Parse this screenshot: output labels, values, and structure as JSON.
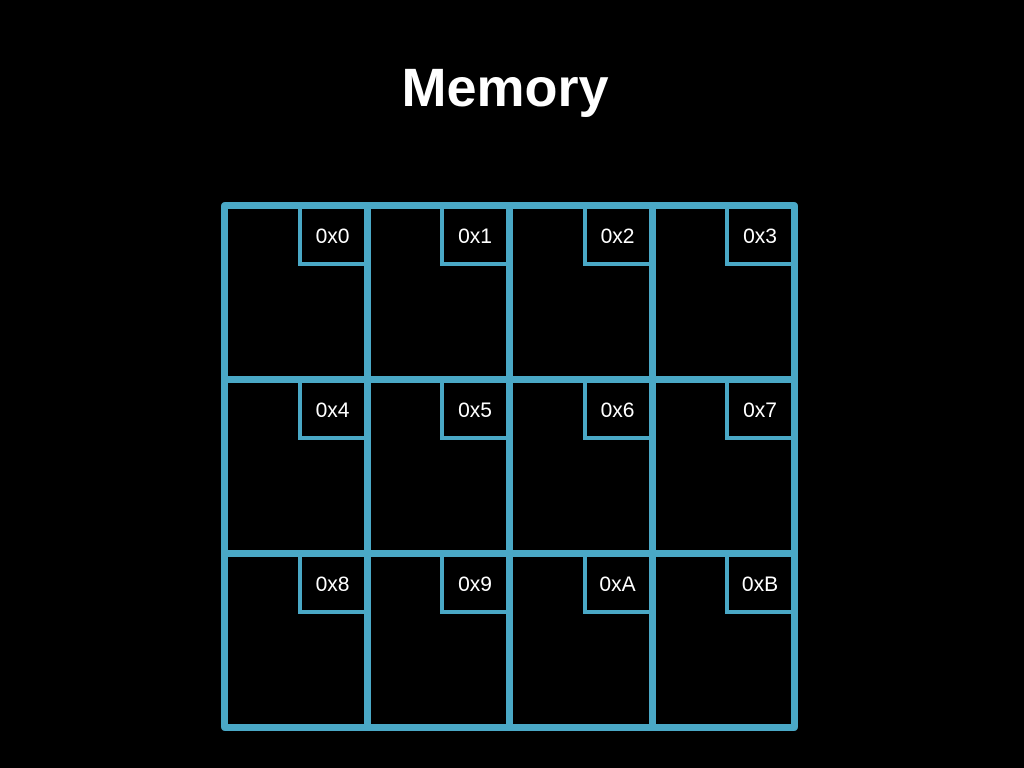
{
  "title": "Memory",
  "colors": {
    "background": "#000000",
    "grid_line": "#4aa8c6",
    "text": "#ffffff"
  },
  "memory": {
    "columns": 4,
    "rows": 3,
    "cells": [
      {
        "address": "0x0"
      },
      {
        "address": "0x1"
      },
      {
        "address": "0x2"
      },
      {
        "address": "0x3"
      },
      {
        "address": "0x4"
      },
      {
        "address": "0x5"
      },
      {
        "address": "0x6"
      },
      {
        "address": "0x7"
      },
      {
        "address": "0x8"
      },
      {
        "address": "0x9"
      },
      {
        "address": "0xA"
      },
      {
        "address": "0xB"
      }
    ]
  }
}
